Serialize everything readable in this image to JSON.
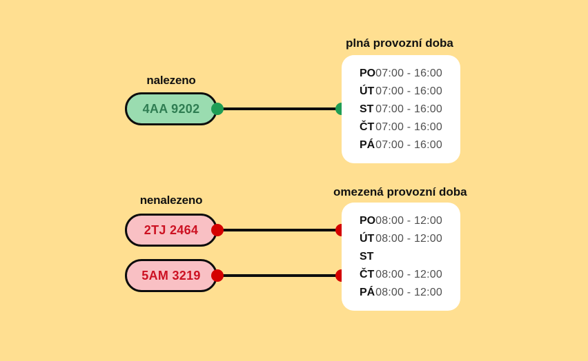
{
  "theme": {
    "background": "#ffdf91",
    "card_background": "#ffffff",
    "found_fill": "#9adcb0",
    "found_text": "#2f7d52",
    "found_dot": "#1f9d55",
    "notfound_fill": "#f9c0c4",
    "notfound_text": "#cc1122",
    "notfound_dot": "#d40000",
    "line": "#0d0d0d"
  },
  "groups": [
    {
      "label": "nalezeno"
    },
    {
      "label": "nenalezeno"
    }
  ],
  "plates": [
    {
      "value": "4AA 9202",
      "status": "nalezeno"
    },
    {
      "value": "2TJ 2464",
      "status": "nenalezeno"
    },
    {
      "value": "5AM 3219",
      "status": "nenalezeno"
    }
  ],
  "schedules": [
    {
      "title": "plná provozní doba",
      "rows": [
        {
          "day": "PO",
          "hours": "07:00 - 16:00"
        },
        {
          "day": "ÚT",
          "hours": "07:00 - 16:00"
        },
        {
          "day": "ST",
          "hours": "07:00 - 16:00"
        },
        {
          "day": "ČT",
          "hours": "07:00 - 16:00"
        },
        {
          "day": "PÁ",
          "hours": "07:00 - 16:00"
        }
      ]
    },
    {
      "title": "omezená provozní doba",
      "rows": [
        {
          "day": "PO",
          "hours": "08:00 - 12:00"
        },
        {
          "day": "ÚT",
          "hours": "08:00 - 12:00"
        },
        {
          "day": "ST",
          "hours": ""
        },
        {
          "day": "ČT",
          "hours": "08:00 - 12:00"
        },
        {
          "day": "PÁ",
          "hours": "08:00 - 12:00"
        }
      ]
    }
  ]
}
